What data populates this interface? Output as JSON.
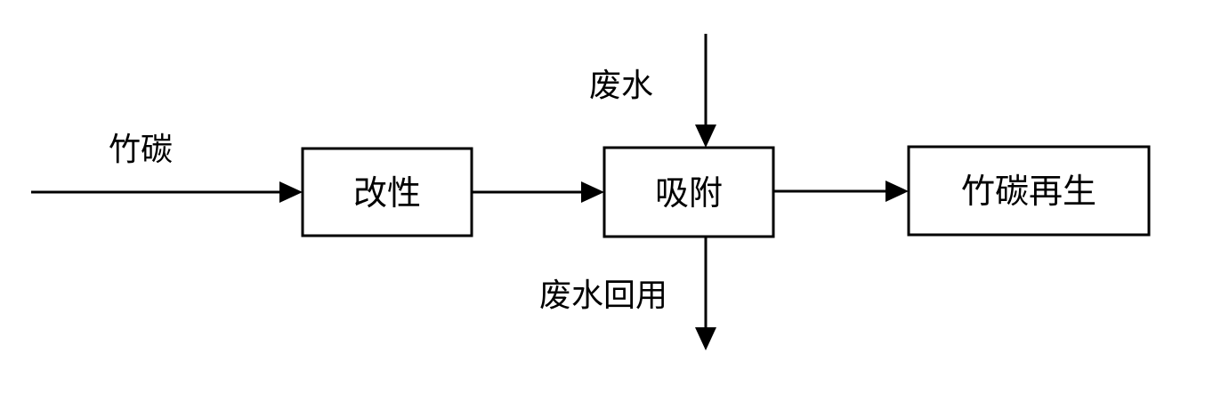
{
  "nodes": {
    "modify": {
      "label": "改性"
    },
    "adsorb": {
      "label": "吸附"
    },
    "regen": {
      "label": "竹碳再生"
    }
  },
  "labels": {
    "bamboo_carbon": "竹碳",
    "wastewater": "废水",
    "wastewater_reuse": "废水回用"
  },
  "colors": {
    "line": "#000000",
    "background": "#ffffff"
  }
}
